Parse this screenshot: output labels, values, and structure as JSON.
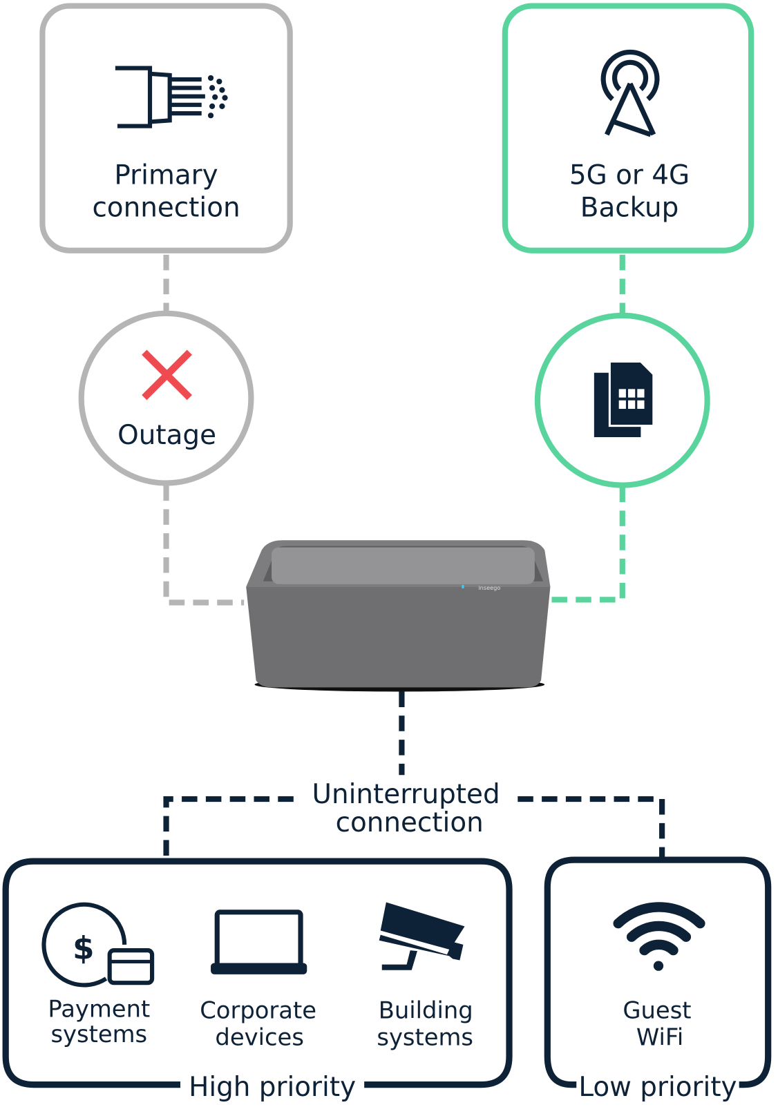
{
  "colors": {
    "navy": "#0d2137",
    "grey": "#b5b5b5",
    "green": "#5ad49d",
    "red": "#ef4a50",
    "device": "#6f6f71"
  },
  "primary": {
    "line1": "Primary",
    "line2": "connection",
    "icon": "fiber-optic-icon"
  },
  "backup": {
    "line1": "5G or 4G",
    "line2": "Backup",
    "icon": "cell-tower-icon"
  },
  "outage": {
    "label": "Outage",
    "icon": "x-icon"
  },
  "sim": {
    "icon": "sim-card-icon"
  },
  "device": {
    "brand": "inseego"
  },
  "uninterrupted": {
    "line1": "Uninterrupted",
    "line2": "connection"
  },
  "high_priority": {
    "label": "High priority",
    "items": [
      {
        "line1": "Payment",
        "line2": "systems",
        "icon": "payment-icon"
      },
      {
        "line1": "Corporate",
        "line2": "devices",
        "icon": "laptop-icon"
      },
      {
        "line1": "Building",
        "line2": "systems",
        "icon": "security-camera-icon"
      }
    ]
  },
  "low_priority": {
    "label": "Low priority",
    "items": [
      {
        "line1": "Guest",
        "line2": "WiFi",
        "icon": "wifi-icon"
      }
    ]
  }
}
